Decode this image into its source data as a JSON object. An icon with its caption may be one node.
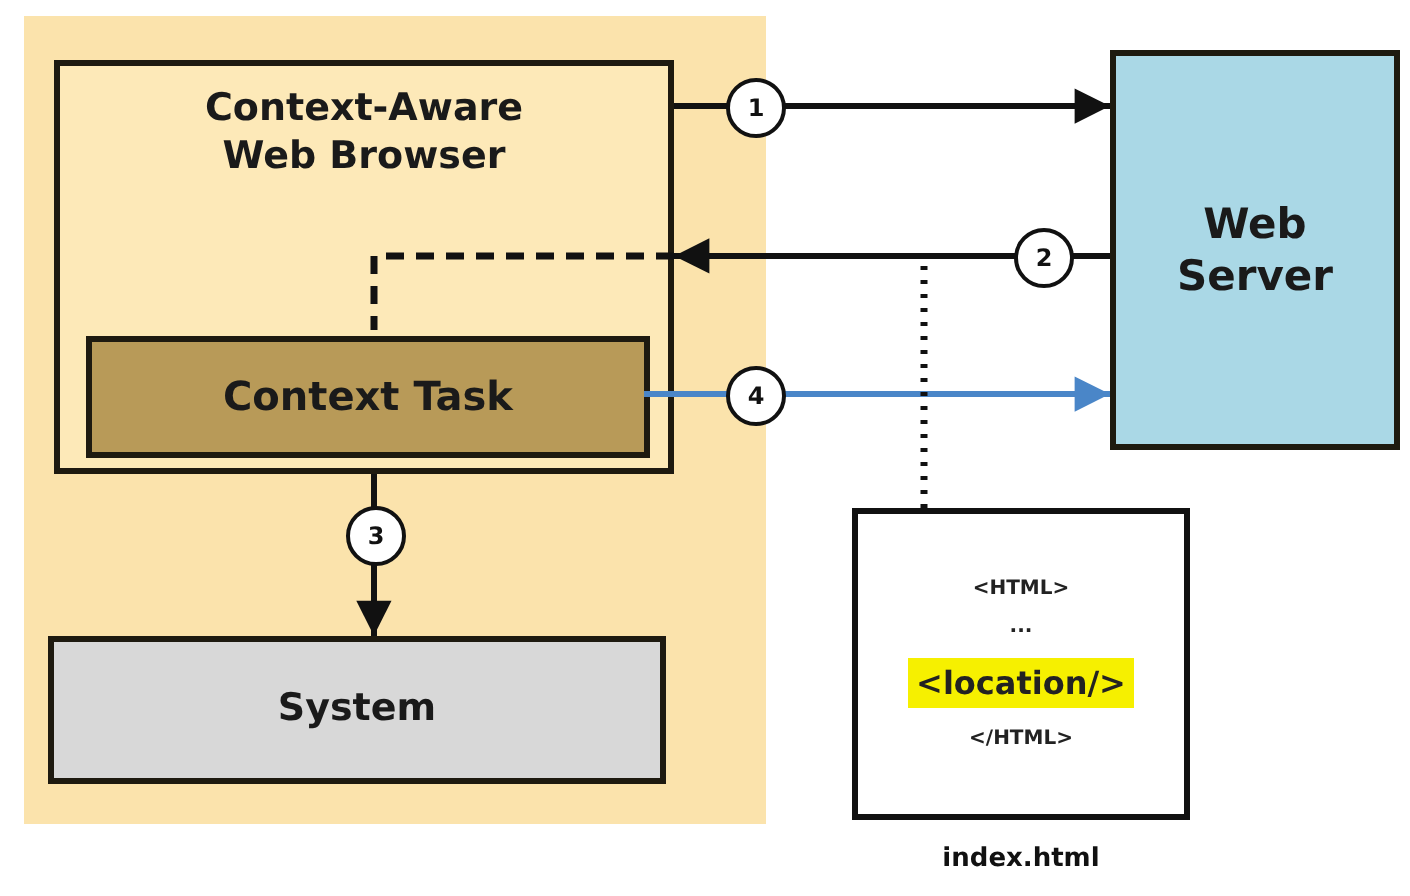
{
  "diagram": {
    "nodes": [
      {
        "text": [],
        "shape": "box"
      },
      {
        "text": [
          "Context-Aware Web Browser"
        ],
        "in": 0
      },
      {
        "text": [
          "Context Task"
        ],
        "in": 1
      },
      {
        "text": [
          "System"
        ],
        "in": 0
      },
      {
        "text": [
          "Web Server"
        ]
      },
      {
        "text": [
          "<HTML>",
          "...",
          "<location/>",
          "</HTML>"
        ],
        "beside": [
          "index.html"
        ]
      }
    ],
    "edges": [
      {
        "from": 1,
        "to": 4,
        "arrow": "to",
        "label": "1"
      },
      {
        "from": 4,
        "to": 1,
        "arrow": "to",
        "label": "2"
      },
      {
        "from": 1,
        "to": 2,
        "arrow": "none",
        "style": "dashed"
      },
      {
        "from": 1,
        "to": 3,
        "arrow": "to",
        "label": "3"
      },
      {
        "from": 2,
        "to": 4,
        "arrow": "to",
        "label": "4",
        "color": "#4a86c8"
      },
      {
        "from": 5,
        "to": null,
        "arrow": "none",
        "style": "dashed"
      }
    ]
  }
}
